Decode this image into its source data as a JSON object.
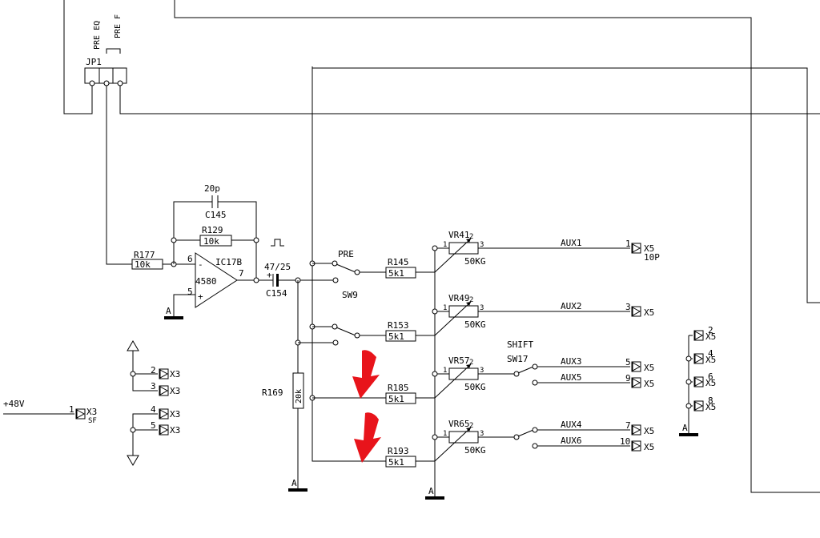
{
  "jumper": {
    "name": "JP1",
    "opt_eq": "PRE EQ",
    "opt_pre_fader": "PRE F"
  },
  "opamp": {
    "name": "IC17B",
    "type": "4580",
    "pin_inv": "6",
    "pin_noninv": "5",
    "pin_out": "7",
    "sign_inv": "-",
    "sign_noninv": "+"
  },
  "components": {
    "c145": {
      "value": "20p",
      "name": "C145"
    },
    "r129": {
      "name": "R129",
      "value": "10k"
    },
    "r177": {
      "name": "R177",
      "value": "10k"
    },
    "c154": {
      "value": "47/25",
      "name": "C154",
      "polarity": "+"
    },
    "r169": {
      "name": "R169",
      "value": "20k"
    },
    "r145": {
      "name": "R145",
      "value": "5k1"
    },
    "r153": {
      "name": "R153",
      "value": "5k1"
    },
    "r185": {
      "name": "R185",
      "value": "5k1"
    },
    "r193": {
      "name": "R193",
      "value": "5k1"
    }
  },
  "switches": {
    "sw9_label": "PRE",
    "sw9_name": "SW9",
    "sw17_label": "SHIFT",
    "sw17_name": "SW17"
  },
  "pots": [
    {
      "name": "VR41",
      "value": "50KG",
      "pin1": "1",
      "pin2": "2",
      "pin3": "3"
    },
    {
      "name": "VR49",
      "value": "50KG",
      "pin1": "1",
      "pin2": "2",
      "pin3": "3"
    },
    {
      "name": "VR57",
      "value": "50KG",
      "pin1": "1",
      "pin2": "2",
      "pin3": "3"
    },
    {
      "name": "VR65",
      "value": "50KG",
      "pin1": "1",
      "pin2": "2",
      "pin3": "3"
    }
  ],
  "aux_outputs": [
    {
      "net": "AUX1",
      "pin": "1",
      "connector": "X5",
      "extra": "10P"
    },
    {
      "net": "AUX2",
      "pin": "3",
      "connector": "X5"
    },
    {
      "net": "AUX3",
      "pin": "5",
      "connector": "X5"
    },
    {
      "net": "AUX5",
      "pin": "9",
      "connector": "X5"
    },
    {
      "net": "AUX4",
      "pin": "7",
      "connector": "X5"
    },
    {
      "net": "AUX6",
      "pin": "10",
      "connector": "X5"
    }
  ],
  "x5_ground_pins": [
    {
      "pin": "2",
      "connector": "X5"
    },
    {
      "pin": "4",
      "connector": "X5"
    },
    {
      "pin": "6",
      "connector": "X5"
    },
    {
      "pin": "8",
      "connector": "X5"
    }
  ],
  "x3_pins": [
    {
      "pin": "2",
      "connector": "X3"
    },
    {
      "pin": "3",
      "connector": "X3"
    },
    {
      "pin": "4",
      "connector": "X3"
    },
    {
      "pin": "5",
      "connector": "X3"
    }
  ],
  "supply": {
    "label": "+48V",
    "pin": "1",
    "connector": "X3",
    "extra": "SF"
  },
  "grounds": {
    "label": "A"
  },
  "annotation_color": "#e8141b",
  "annotations": [
    {
      "target": "R185",
      "shape": "arrow"
    },
    {
      "target": "R193",
      "shape": "arrow"
    }
  ]
}
